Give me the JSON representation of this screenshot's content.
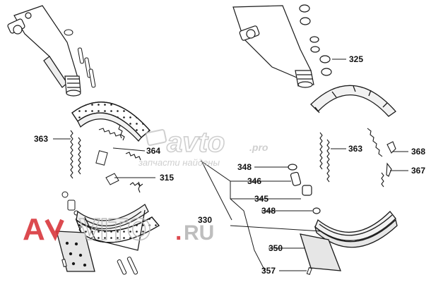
{
  "callouts": {
    "c363a": "363",
    "c364": "364",
    "c315": "315",
    "c325": "325",
    "c363b": "363",
    "c368": "368",
    "c367": "367",
    "c348a": "348",
    "c346": "346",
    "c345": "345",
    "c348b": "348",
    "c330": "330",
    "c350": "350",
    "c357": "357"
  },
  "watermarks": {
    "avto_logo": "avto",
    "avto_pro": ".pro",
    "avto_tagline": "запчасти найдены",
    "avito_a": "A",
    "avito_mid": "VITO",
    "avito_dot": ".",
    "avito_ru": "RU"
  },
  "colors": {
    "line": "#1a1a1a",
    "shoe_fill": "#f2f2f2",
    "lining_fill": "#e6e6e6",
    "avito_red": "#d9373c",
    "avito_text": "#b8b8b8",
    "avto_watermark": "#c7c7c7"
  }
}
